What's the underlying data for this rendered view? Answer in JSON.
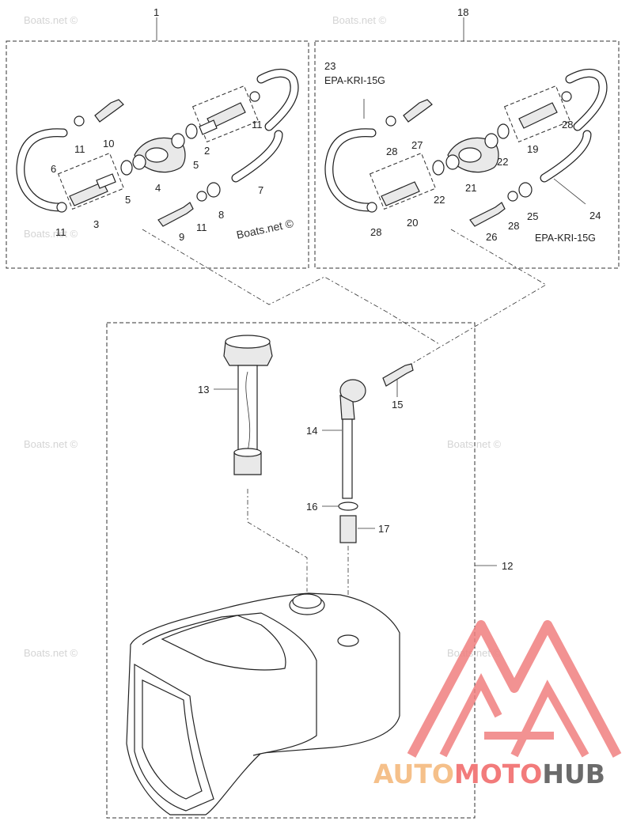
{
  "callouts": {
    "c1": "1",
    "c2": "2",
    "c3": "3",
    "c4": "4",
    "c5a": "5",
    "c5b": "5",
    "c6": "6",
    "c7": "7",
    "c8": "8",
    "c9": "9",
    "c10": "10",
    "c11a": "11",
    "c11b": "11",
    "c11c": "11",
    "c11d": "11",
    "c12": "12",
    "c13": "13",
    "c14": "14",
    "c15": "15",
    "c16": "16",
    "c17": "17",
    "c18": "18",
    "c19": "19",
    "c20": "20",
    "c21": "21",
    "c22a": "22",
    "c22b": "22",
    "c23": "23",
    "c24": "24",
    "c25": "25",
    "c26": "26",
    "c27": "27",
    "c28a": "28",
    "c28b": "28",
    "c28c": "28",
    "c28d": "28"
  },
  "notes": {
    "epa_top": "EPA-KRI-15G",
    "epa_bottom": "EPA-KRI-15G"
  },
  "watermarks": {
    "boats_net": "Boats.net ©",
    "boats_net_left": "Boats.net ©",
    "boats_net_dark": "Boats.net ©"
  },
  "logo": {
    "part1": "AUTO",
    "part2": "MOTO",
    "part3": "HUB",
    "color_auto": "#f5c08a",
    "color_moto": "#f27b7b",
    "color_hub": "#6b6b6b",
    "icon_color": "#f08080"
  }
}
